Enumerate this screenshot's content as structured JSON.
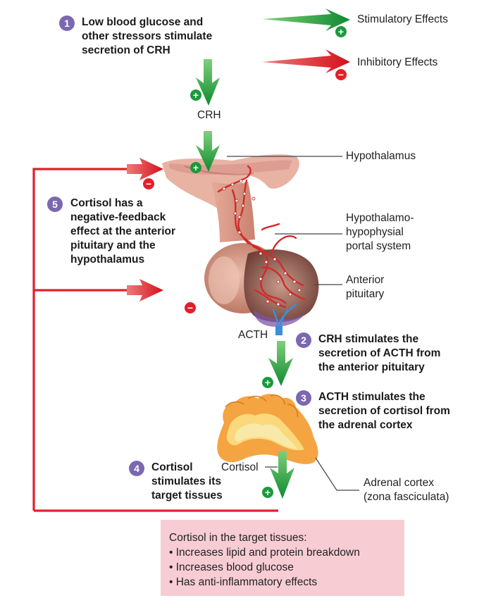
{
  "legend": {
    "stimulatory": "Stimulatory Effects",
    "inhibitory": "Inhibitory Effects",
    "stimulatory_color": "#1a9a3c",
    "inhibitory_color": "#e1202b"
  },
  "steps": [
    {
      "number": "1",
      "lines": [
        "Low blood glucose and",
        "other stressors stimulate",
        "secretion of CRH"
      ]
    },
    {
      "number": "2",
      "lines": [
        "CRH stimulates the",
        "secretion of ACTH from",
        "the anterior pituitary"
      ]
    },
    {
      "number": "3",
      "lines": [
        "ACTH stimulates the",
        "secretion of cortisol from",
        "the adrenal cortex"
      ]
    },
    {
      "number": "4",
      "lines": [
        "Cortisol",
        "stimulates its",
        "target tissues"
      ]
    },
    {
      "number": "5",
      "lines": [
        "Cortisol has a",
        "negative-feedback",
        "effect at the anterior",
        "pituitary and the",
        "hypothalamus"
      ]
    }
  ],
  "labels": {
    "crh": "CRH",
    "acth": "ACTH",
    "cortisol": "Cortisol",
    "hypothalamus": "Hypothalamus",
    "portal": [
      "Hypothalamo-",
      "hypophysial",
      "portal system"
    ],
    "anterior_pituitary": [
      "Anterior",
      "pituitary"
    ],
    "adrenal_cortex": [
      "Adrenal cortex",
      "(zona fasciculata)"
    ]
  },
  "signs": {
    "plus": "+",
    "minus": "−"
  },
  "target_box": {
    "title": "Cortisol in the target tissues:",
    "items": [
      "• Increases lipid and protein breakdown",
      "• Increases blood glucose",
      "• Has anti-inflammatory effects"
    ]
  }
}
